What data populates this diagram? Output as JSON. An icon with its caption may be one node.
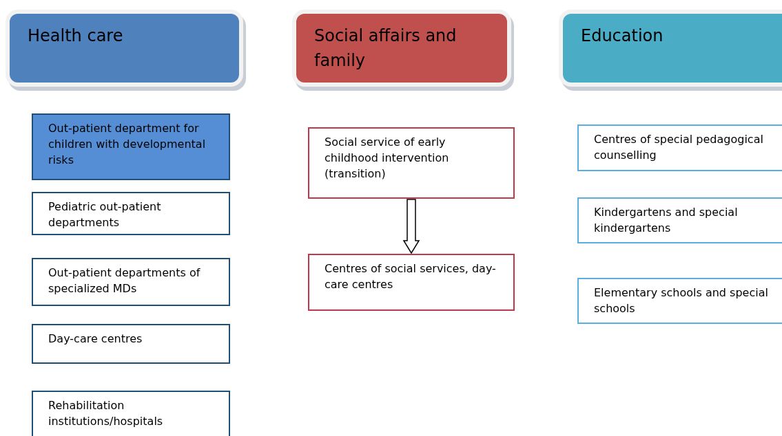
{
  "diagram": {
    "nodes": [
      {
        "text": [
          "Health care"
        ]
      },
      {
        "text": [
          "Social affairs and family"
        ]
      },
      {
        "text": [
          "Education"
        ]
      },
      {
        "text": [
          "Out-patient department for children with developmental risks"
        ]
      },
      {
        "text": [
          "Pediatric out-patient departments"
        ]
      },
      {
        "text": [
          "Out-patient departments of specialized MDs"
        ]
      },
      {
        "text": [
          "Day-care centres"
        ]
      },
      {
        "text": [
          "Rehabilitation institutions/hospitals"
        ]
      },
      {
        "text": [
          "Social service of early childhood intervention (transition)"
        ]
      },
      {
        "text": [
          "Centres of social services, day-care centres"
        ]
      },
      {
        "text": [
          "Centres of special pedagogical counselling"
        ]
      },
      {
        "text": [
          "Kindergartens and special kindergartens"
        ]
      },
      {
        "text": [
          "Elementary schools and special schools"
        ]
      }
    ],
    "edges": [
      {
        "from": 8,
        "to": 9,
        "arrow": "to"
      }
    ]
  }
}
